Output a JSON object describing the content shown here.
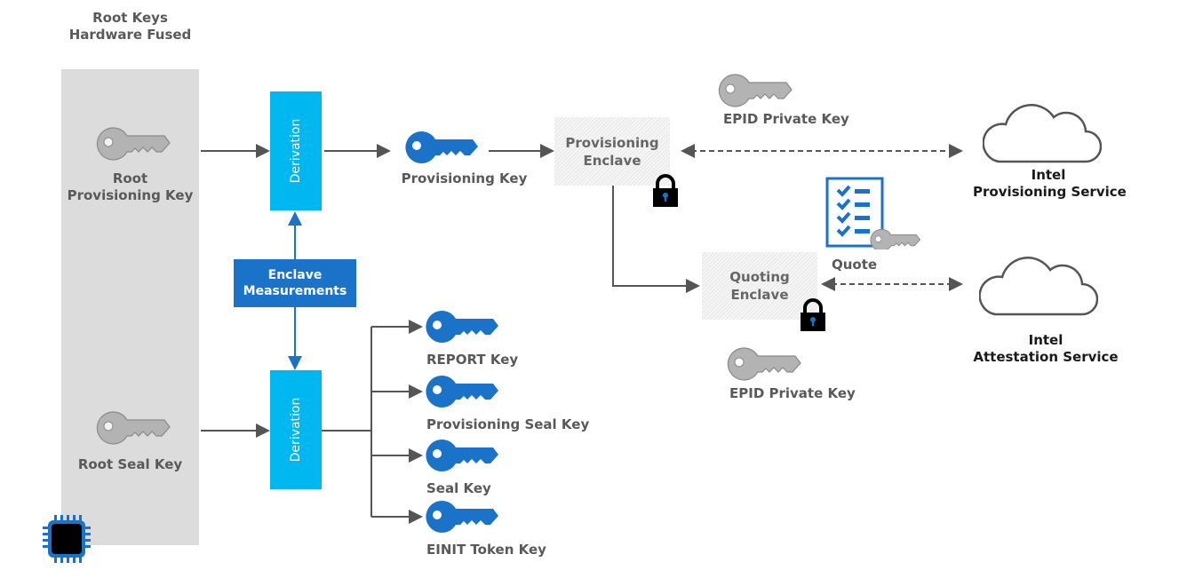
{
  "title": {
    "line1": "Root Keys",
    "line2": "Hardware Fused"
  },
  "root_keys": {
    "provisioning": {
      "line1": "Root",
      "line2": "Provisioning Key"
    },
    "seal": {
      "label": "Root Seal Key"
    }
  },
  "derivation_top": {
    "label": "Derivation"
  },
  "derivation_bottom": {
    "label": "Derivation"
  },
  "measurements": {
    "line1": "Enclave",
    "line2": "Measurements"
  },
  "provisioning_key": {
    "label": "Provisioning Key"
  },
  "derived_keys": [
    {
      "label": "REPORT Key"
    },
    {
      "label": "Provisioning Seal Key"
    },
    {
      "label": "Seal Key"
    },
    {
      "label": "EINIT Token Key"
    }
  ],
  "provisioning_enclave": {
    "line1": "Provisioning",
    "line2": "Enclave"
  },
  "quoting_enclave": {
    "line1": "Quoting",
    "line2": "Enclave"
  },
  "epid_top": {
    "label": "EPID Private Key"
  },
  "epid_bottom": {
    "label": "EPID Private Key"
  },
  "quote": {
    "label": "Quote"
  },
  "provisioning_service": {
    "line1": "Intel",
    "line2": "Provisioning Service"
  },
  "attestation_service": {
    "line1": "Intel",
    "line2": "Attestation Service"
  },
  "colors": {
    "key_blue": "#1a73c9",
    "key_gray": "#b3b3b3",
    "derivation": "#00b7f0",
    "measurements": "#1a73c9",
    "panel": "#dcdcdc"
  }
}
